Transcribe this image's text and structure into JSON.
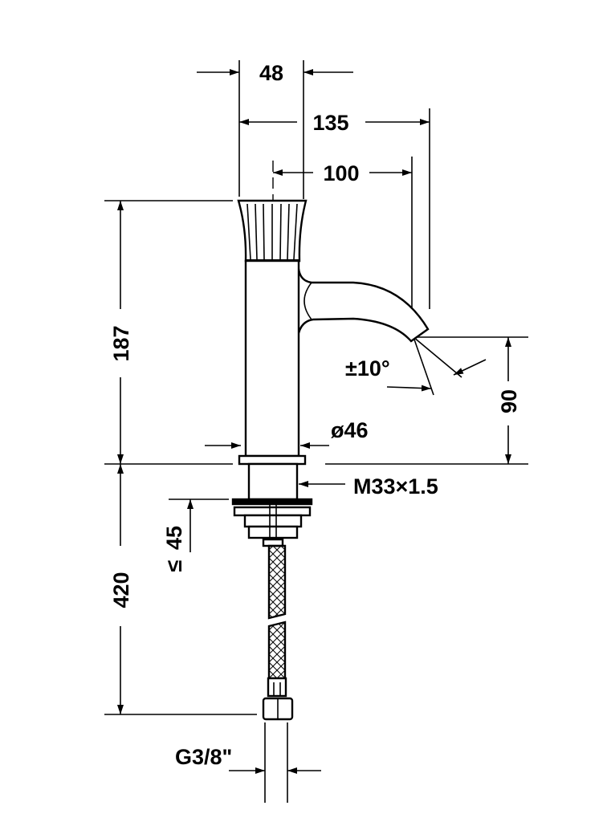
{
  "dimensions": {
    "spindle_width": "48",
    "overall_reach": "135",
    "spout_reach": "100",
    "height_above_deck": "187",
    "hose_length": "420",
    "max_deck_thickness_value": "45",
    "max_deck_thickness_symbol": "≤",
    "spout_outlet_height": "90",
    "body_diameter": "ø46",
    "thread": "M33×1.5",
    "spout_swivel": "±10°",
    "connection": "G3/8\""
  },
  "colors": {
    "line": "#000000",
    "background": "#ffffff"
  }
}
